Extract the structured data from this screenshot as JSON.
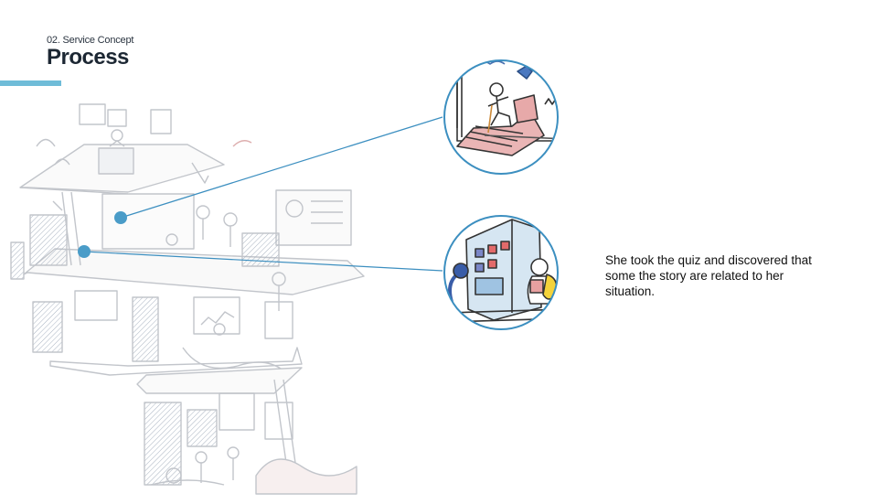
{
  "header": {
    "eyebrow": "02. Service Concept",
    "title": "Process"
  },
  "caption": "She took the quiz and discovered that some the story are related to her situation.",
  "colors": {
    "accent": "#6fbcd8",
    "callout_line": "#3c8fc0",
    "sketch": "#b8bcc2"
  }
}
